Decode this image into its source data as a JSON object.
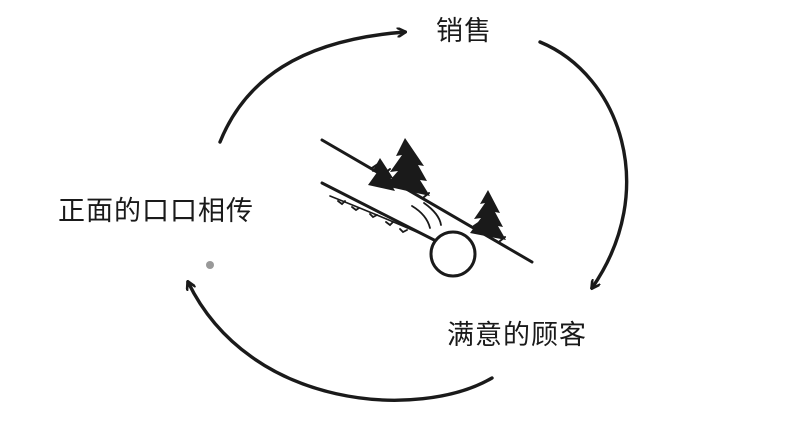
{
  "labels": {
    "sales": "销售",
    "satisfied_customers": "满意的顾客",
    "word_of_mouth": "正面的口口相传"
  },
  "colors": {
    "ink": "#1a1a1a",
    "background": "#ffffff"
  },
  "icons": [
    "cycle-arrow-icon",
    "snowball-on-slope-illustration",
    "pine-tree-icon"
  ]
}
